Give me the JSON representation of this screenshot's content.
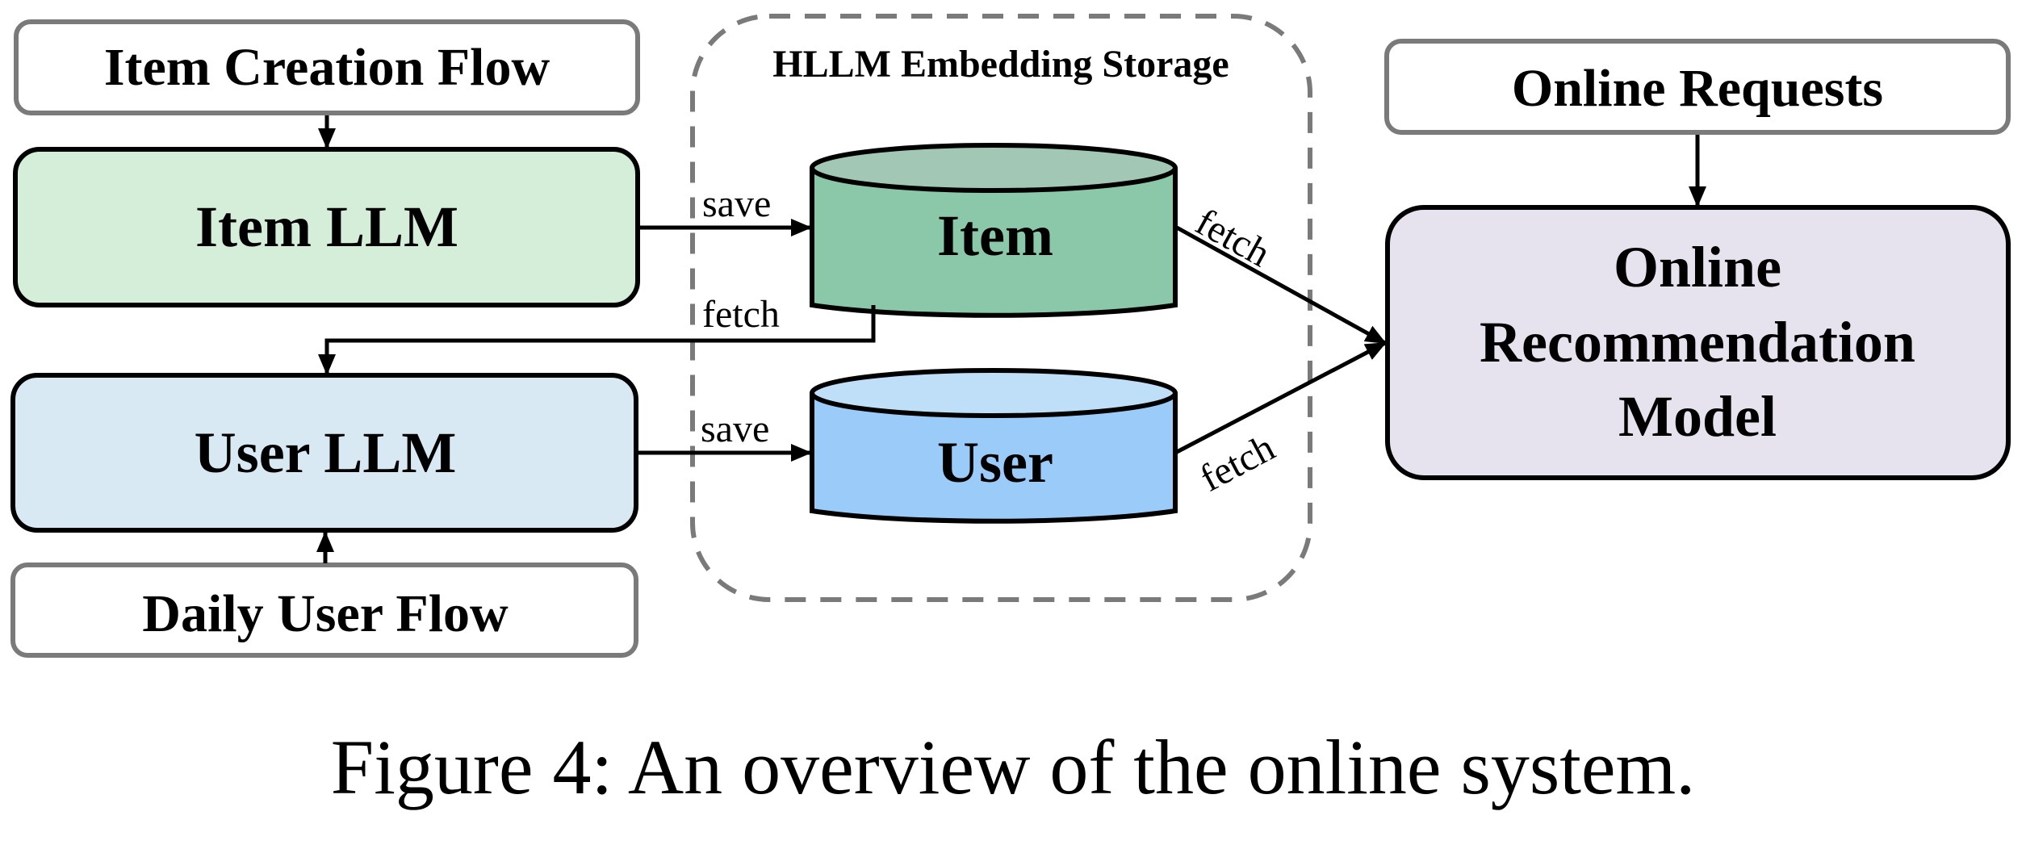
{
  "diagram": {
    "nodes": {
      "item_creation_flow": {
        "label": "Item Creation Flow",
        "fill": "#ffffff",
        "stroke": "#7a7a7a"
      },
      "item_llm": {
        "label": "Item LLM",
        "fill": "#d5eed9",
        "stroke": "#000000"
      },
      "user_llm": {
        "label": "User LLM",
        "fill": "#d8e9f4",
        "stroke": "#000000"
      },
      "daily_user_flow": {
        "label": "Daily User Flow",
        "fill": "#ffffff",
        "stroke": "#7a7a7a"
      },
      "storage_group": {
        "label": "HLLM Embedding Storage",
        "stroke": "#7a7a7a"
      },
      "item_db": {
        "label": "Item",
        "fill": "#8bc7a9",
        "top_fill": "#a2c7b5"
      },
      "user_db": {
        "label": "User",
        "fill": "#9acbf9",
        "top_fill": "#bfdff9"
      },
      "online_requests": {
        "label": "Online Requests",
        "fill": "#ffffff",
        "stroke": "#7a7a7a"
      },
      "online_model": {
        "label_lines": [
          "Online",
          "Recommendation",
          "Model"
        ],
        "fill": "#e7e3ee",
        "stroke": "#000000"
      }
    },
    "edges": {
      "save_item": "save",
      "fetch_item_to_user_llm": "fetch",
      "save_user": "save",
      "fetch_item_to_model": "fetch",
      "fetch_user_to_model": "fetch"
    }
  },
  "caption": "Figure 4: An overview of the online system."
}
